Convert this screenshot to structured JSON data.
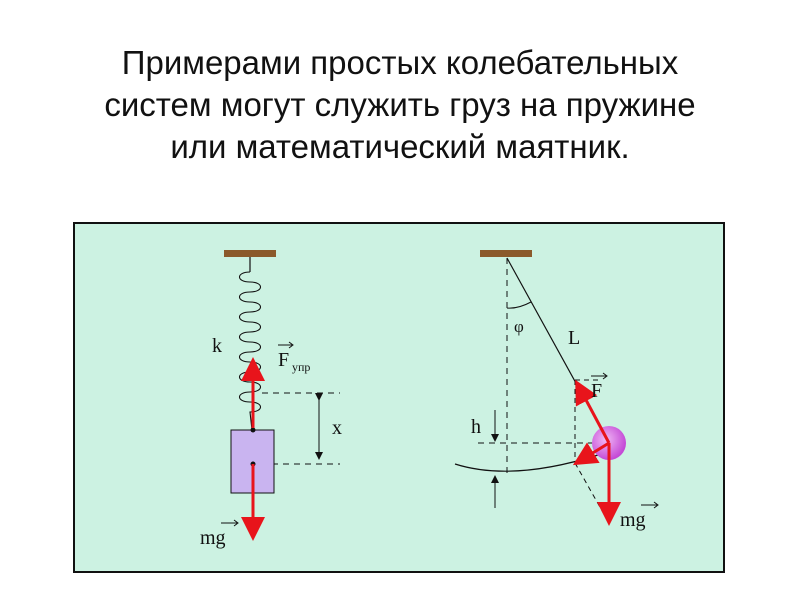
{
  "title": {
    "line1": "Примерами простых колебательных",
    "line2": "систем могут служить груз на пружине",
    "line3": "или математический маятник."
  },
  "spring": {
    "k_label": "k",
    "force_symbol": "F",
    "force_subscript": "упр",
    "x_label": "x",
    "weight_label": "mg"
  },
  "pendulum": {
    "length_label": "L",
    "angle_label": "φ",
    "height_label": "h",
    "force_label": "F",
    "weight_label": "mg"
  },
  "colors": {
    "panel_bg": "#ccf2e2",
    "arrow": "#e8141b",
    "ceiling": "#8b5a2b",
    "mass_fill": "#c9b4f0",
    "bob": "#cc55dd"
  }
}
